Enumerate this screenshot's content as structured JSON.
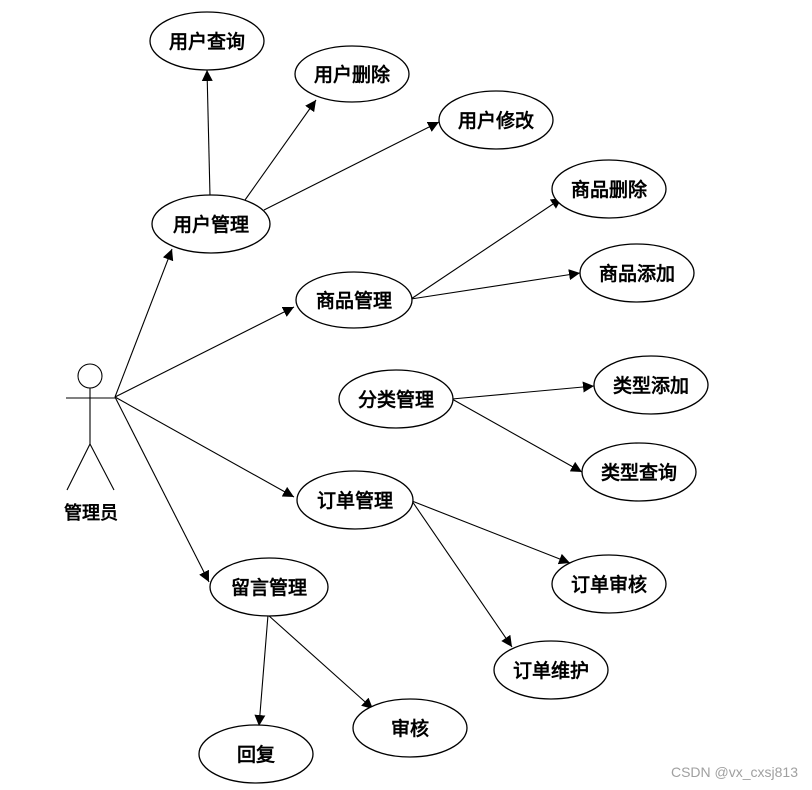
{
  "actor": {
    "label": "管理员"
  },
  "use_cases": {
    "user_query": "用户查询",
    "user_delete": "用户删除",
    "user_edit": "用户修改",
    "user_mgmt": "用户管理",
    "product_delete": "商品删除",
    "product_mgmt": "商品管理",
    "product_add": "商品添加",
    "category_mgmt": "分类管理",
    "type_add": "类型添加",
    "type_query": "类型查询",
    "order_mgmt": "订单管理",
    "order_review": "订单审核",
    "order_maint": "订单维护",
    "message_mgmt": "留言管理",
    "review": "审核",
    "reply": "回复"
  },
  "watermark": "CSDN @vx_cxsj813"
}
